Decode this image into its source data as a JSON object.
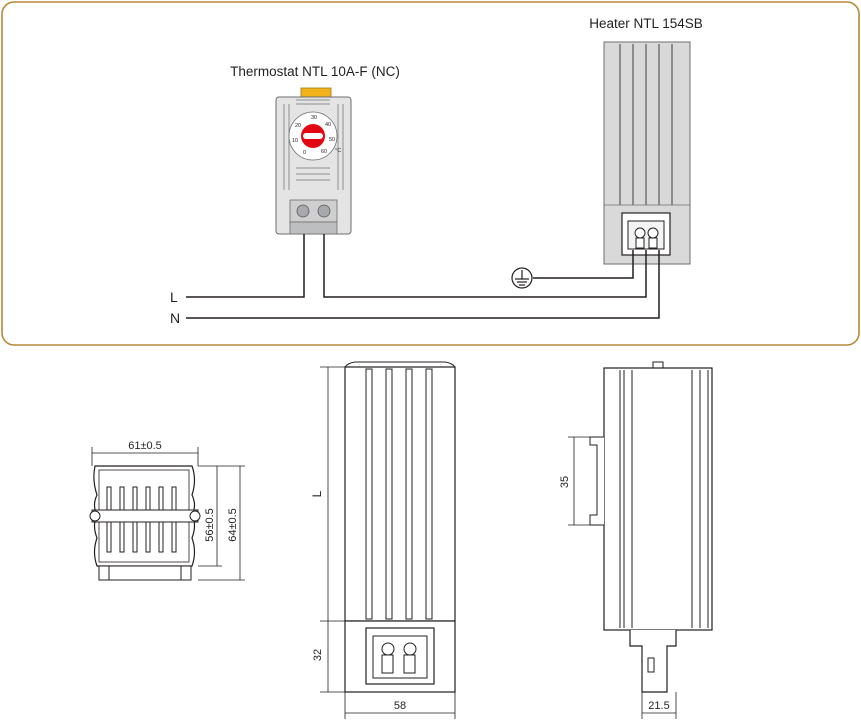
{
  "wiring": {
    "thermostat_label": "Thermostat NTL 10A-F (NC)",
    "heater_label": "Heater NTL 154SB",
    "line_L": "L",
    "line_N": "N",
    "dial": {
      "ticks": [
        "30",
        "40",
        "50",
        "60",
        "0",
        "10",
        "20"
      ],
      "unit": "°C"
    }
  },
  "dimensions": {
    "front_width": "61±0.5",
    "front_height_inner": "56±0.5",
    "front_height_outer": "64±0.5",
    "length": "L",
    "connector_height": "32",
    "body_width": "58",
    "rail_height": "35",
    "side_depth": "21.5"
  },
  "colors": {
    "frame": "#b5893a",
    "thermostat_knob": "#e30613",
    "thermostat_clip": "#f2b21b",
    "body_gray": "#d6d6d6",
    "line": "#231f20"
  }
}
